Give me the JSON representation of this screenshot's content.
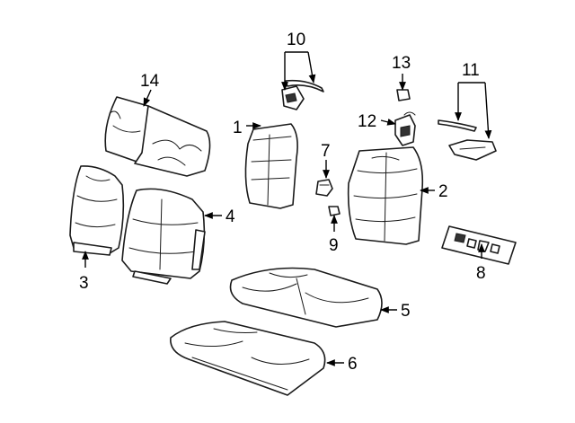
{
  "diagram": {
    "callouts": [
      {
        "id": "1",
        "label": "1"
      },
      {
        "id": "2",
        "label": "2"
      },
      {
        "id": "3",
        "label": "3"
      },
      {
        "id": "4",
        "label": "4"
      },
      {
        "id": "5",
        "label": "5"
      },
      {
        "id": "6",
        "label": "6"
      },
      {
        "id": "7",
        "label": "7"
      },
      {
        "id": "8",
        "label": "8"
      },
      {
        "id": "9",
        "label": "9"
      },
      {
        "id": "10",
        "label": "10"
      },
      {
        "id": "11",
        "label": "11"
      },
      {
        "id": "12",
        "label": "12"
      },
      {
        "id": "13",
        "label": "13"
      },
      {
        "id": "14",
        "label": "14"
      }
    ],
    "colors": {
      "line": "#1a1a1a",
      "background": "#ffffff"
    }
  }
}
